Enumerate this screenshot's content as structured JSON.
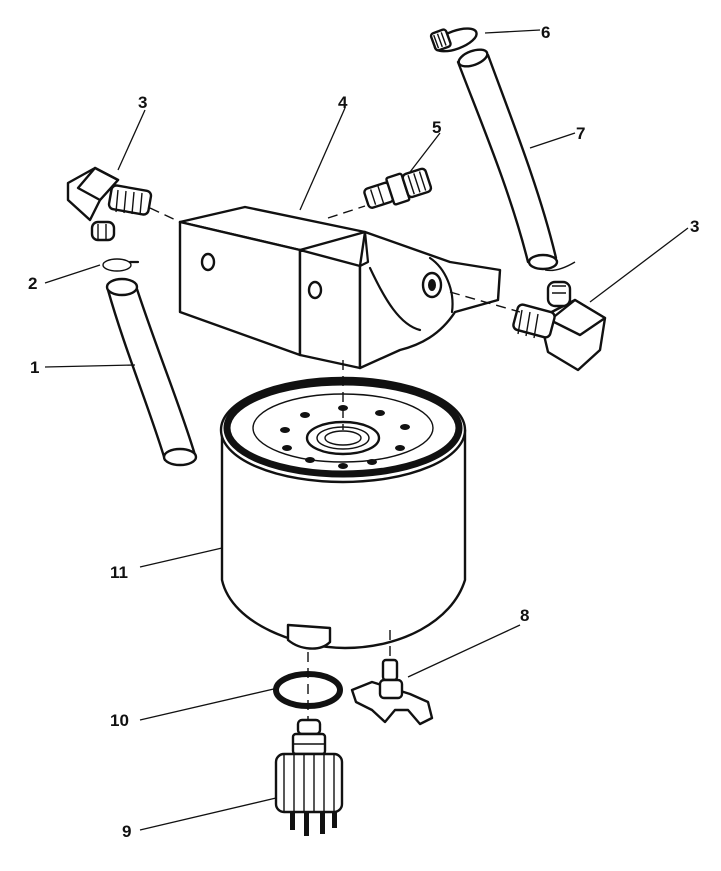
{
  "callouts": {
    "c1": "1",
    "c2": "2",
    "c3a": "3",
    "c3b": "3",
    "c4": "4",
    "c5": "5",
    "c6": "6",
    "c7": "7",
    "c8": "8",
    "c9": "9",
    "c10": "10",
    "c11": "11"
  },
  "parts": {
    "1": "hose-lower-left",
    "2": "hose-clamp-left",
    "3": "elbow-fitting",
    "4": "filter-mounting-bracket",
    "5": "adapter-fitting",
    "6": "hose-clamp-top",
    "7": "hose-upper-right",
    "8": "drain-valve",
    "9": "water-sensor",
    "10": "o-ring",
    "11": "fuel-filter-element"
  },
  "colors": {
    "ink": "#111111",
    "paper": "#ffffff"
  }
}
